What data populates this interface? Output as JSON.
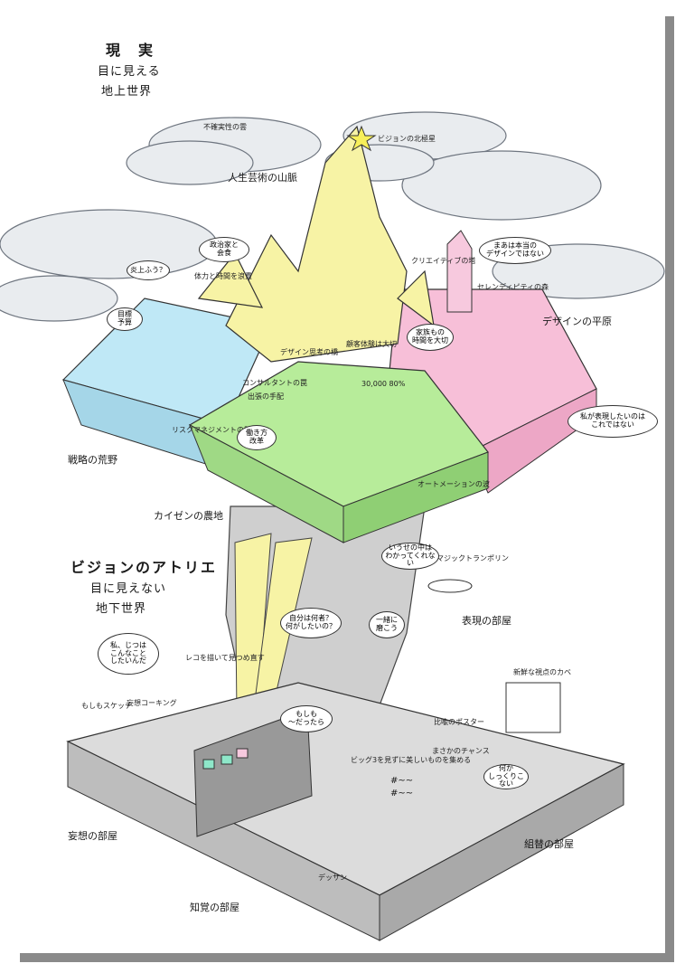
{
  "heading_top": {
    "title": "現　実",
    "line1": "目に見える",
    "line2": "地上世界"
  },
  "heading_bottom": {
    "title": "ビジョンのアトリエ",
    "line1": "目に見えない",
    "line2": "地下世界"
  },
  "regions": {
    "mountains": "人生芸術の山脈",
    "plain": "デザインの平原",
    "wasteland": "戦略の荒野",
    "farm": "カイゼンの農地",
    "expression_room": "表現の部屋",
    "fantasy_room": "妄想の部屋",
    "perception_room": "知覚の部屋",
    "recombination_room": "組替の部屋"
  },
  "small_labels": {
    "uncertainty_clouds": "不確実性の雲",
    "north_star": "ビジョンの北極星",
    "creative_tower": "クリエイティブの塔",
    "bridge": "デザイン思考の橋",
    "stone_sign": "顧客体験は大切",
    "autumn_leaves": "セレンディピティの森",
    "farm_kpi": "30,000 80%",
    "automation": "オートメーションの波",
    "trampoline": "マジックトランポリン",
    "delusion_coaching": "妄想コーキング",
    "sketch": "もしもスケッチ",
    "record_draw": "レコを描いて見つめ直す",
    "dessin": "デッサン",
    "gallery_wall": "新鮮な視点のカベ",
    "poster": "比喩のポスター",
    "chance": "まさかのチャンス",
    "collect_beauty": "ビッグ3を見ずに美しいものを集める",
    "consultant": "コンサルタントの罠",
    "work_reform": "働き方改革",
    "reuse": "出張の手配",
    "mountain_climb": "体力と時間を浪費",
    "tuned": "リスクマネジメントの壁",
    "hash1": "#~~",
    "hash2": "#~~"
  },
  "bubbles": {
    "b_gov": "政治家と\n会食",
    "b_flame": "炎上ふう？",
    "b_target": "目標\n予算",
    "b_design": "まあは本当の\nデザインではない",
    "b_family": "家族もの\n時間を大切",
    "b_cant": "私が表現したいのは\nこれではない",
    "b_world": "いうせの中は\nわかってくれない",
    "b_self": "自分は何者？\n何がしたいの？",
    "b_together": "一緒に\n磨こう",
    "b_real": "私、じつは\nこんなこと\nしたいんだ",
    "b_what_if": "もしも\n〜だったら",
    "b_strange": "何か\nしっくりこない",
    "b_reform": "働き方\n改革"
  },
  "colors": {
    "sky_blue": "#bfe8f6",
    "green": "#b7ec9a",
    "pink": "#f7bfd8",
    "yellow": "#f7f3a5",
    "cloud": "#e9ecef",
    "rock": "#c9c9c9",
    "floor": "#dcdcdc"
  }
}
